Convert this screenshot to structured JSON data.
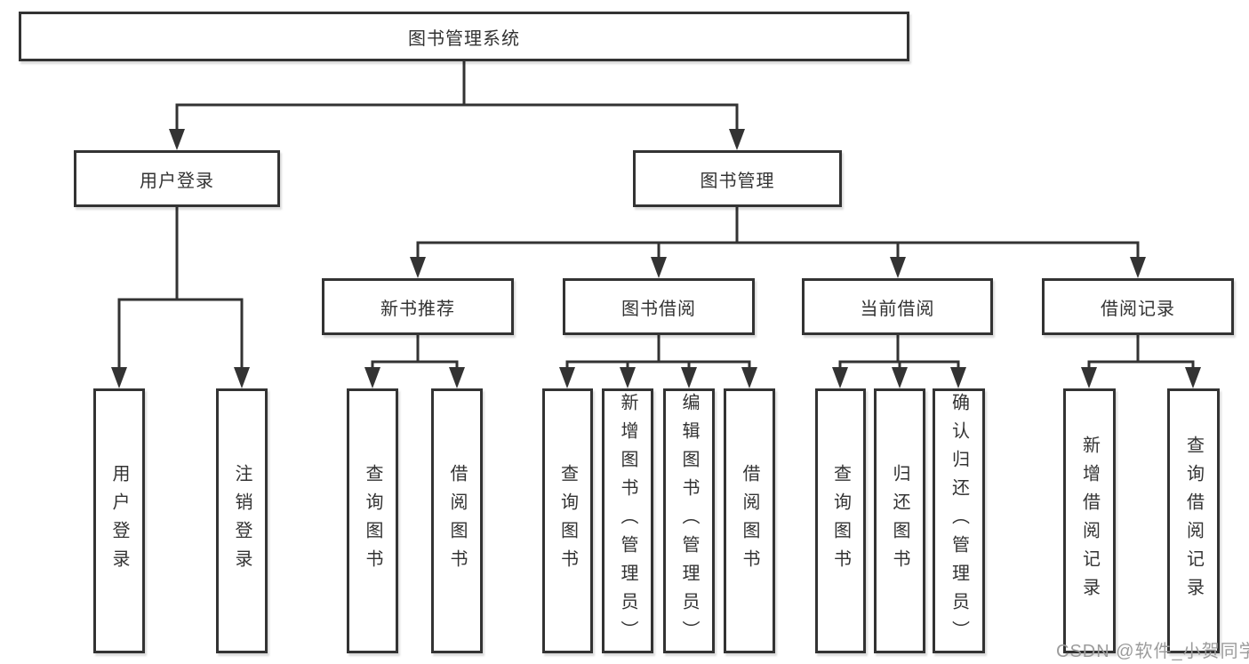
{
  "colors": {
    "line": "#333333",
    "box_border": "#333333",
    "box_background": "#ffffff",
    "text": "#333333",
    "watermark": "#9c9c9c"
  },
  "nodes": {
    "root": {
      "label": "图书管理系统"
    },
    "userLogin": {
      "label": "用户登录",
      "children": [
        {
          "label": "用户登录"
        },
        {
          "label": "注销登录"
        }
      ]
    },
    "bookMgmt": {
      "label": "图书管理"
    },
    "newBookRec": {
      "label": "新书推荐",
      "children": [
        {
          "label": "查询图书"
        },
        {
          "label": "借阅图书"
        }
      ]
    },
    "bookBorrow": {
      "label": "图书借阅",
      "children": [
        {
          "label": "查询图书"
        },
        {
          "label": "新增图书（管理员）"
        },
        {
          "label": "编辑图书（管理员）"
        },
        {
          "label": "借阅图书"
        }
      ]
    },
    "currentBorrow": {
      "label": "当前借阅",
      "children": [
        {
          "label": "查询图书"
        },
        {
          "label": "归还图书"
        },
        {
          "label": "确认归还（管理员）"
        }
      ]
    },
    "borrowRecords": {
      "label": "借阅记录",
      "children": [
        {
          "label": "新增借阅记录"
        },
        {
          "label": "查询借阅记录"
        }
      ]
    }
  },
  "watermark": {
    "text": "CSDN @软件_小贺同学"
  }
}
